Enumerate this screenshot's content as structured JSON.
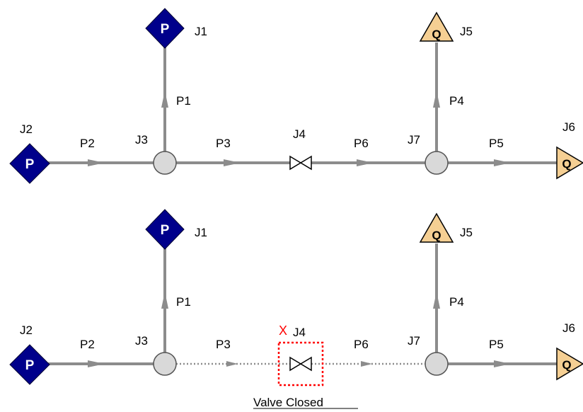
{
  "colors": {
    "pipe": "#8c8c8c",
    "pump_fill": "#00008b",
    "demand_fill": "#f5cf93",
    "junction_fill": "#d9d9d9",
    "closed_marker": "#ff0000",
    "text": "#000000"
  },
  "symbols": {
    "pressure": "P",
    "flow": "Q"
  },
  "diagrams": [
    {
      "state": "open",
      "junctions": {
        "J1": "J1",
        "J2": "J2",
        "J3": "J3",
        "J4": "J4",
        "J5": "J5",
        "J6": "J6",
        "J7": "J7"
      },
      "pipes": {
        "P1": "P1",
        "P2": "P2",
        "P3": "P3",
        "P4": "P4",
        "P5": "P5",
        "P6": "P6"
      }
    },
    {
      "state": "closed",
      "junctions": {
        "J1": "J1",
        "J2": "J2",
        "J3": "J3",
        "J4": "J4",
        "J5": "J5",
        "J6": "J6",
        "J7": "J7"
      },
      "pipes": {
        "P1": "P1",
        "P2": "P2",
        "P3": "P3",
        "P4": "P4",
        "P5": "P5",
        "P6": "P6"
      },
      "closed_marker": "X",
      "status_text": "Valve Closed"
    }
  ]
}
